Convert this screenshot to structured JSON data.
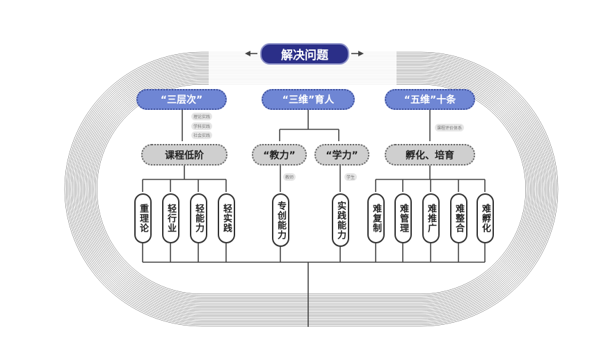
{
  "title": "解决问题",
  "top": [
    "“三层次”",
    "“三维”育人",
    "“五维”十条"
  ],
  "mid": [
    "课程低阶",
    "“教力”",
    "“学力”",
    "孵化、培育"
  ],
  "tags": {
    "left": [
      "理论实践",
      "学科实践",
      "社会实践"
    ],
    "teach": "教师",
    "learn": "学生",
    "right": "课程评价体系"
  },
  "leaves": {
    "left": [
      "重理论",
      "轻行业",
      "轻能力",
      "轻实践"
    ],
    "teach": "专创能力",
    "learn": "实践能力",
    "right": [
      "难复制",
      "难管理",
      "难推广",
      "难整合",
      "难孵化"
    ]
  }
}
